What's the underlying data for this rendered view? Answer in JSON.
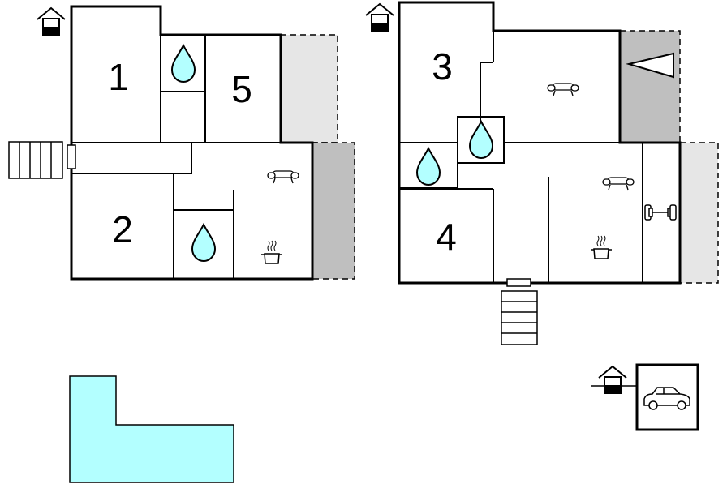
{
  "rooms": {
    "room_1": "1",
    "room_2": "2",
    "room_3": "3",
    "room_4": "4",
    "room_5": "5"
  },
  "colors": {
    "wall": "#000000",
    "pool": "#b3ffff",
    "water_drop": "#b3ffff",
    "terrace_light": "#e6e6e6",
    "terrace_dark": "#bfbfbf"
  },
  "icons": [
    "house-icon",
    "water-drop-icon",
    "sofa-icon",
    "cooking-pot-icon",
    "dumbbell-icon",
    "car-icon",
    "stairs-icon",
    "door-icon",
    "triangle-icon"
  ]
}
